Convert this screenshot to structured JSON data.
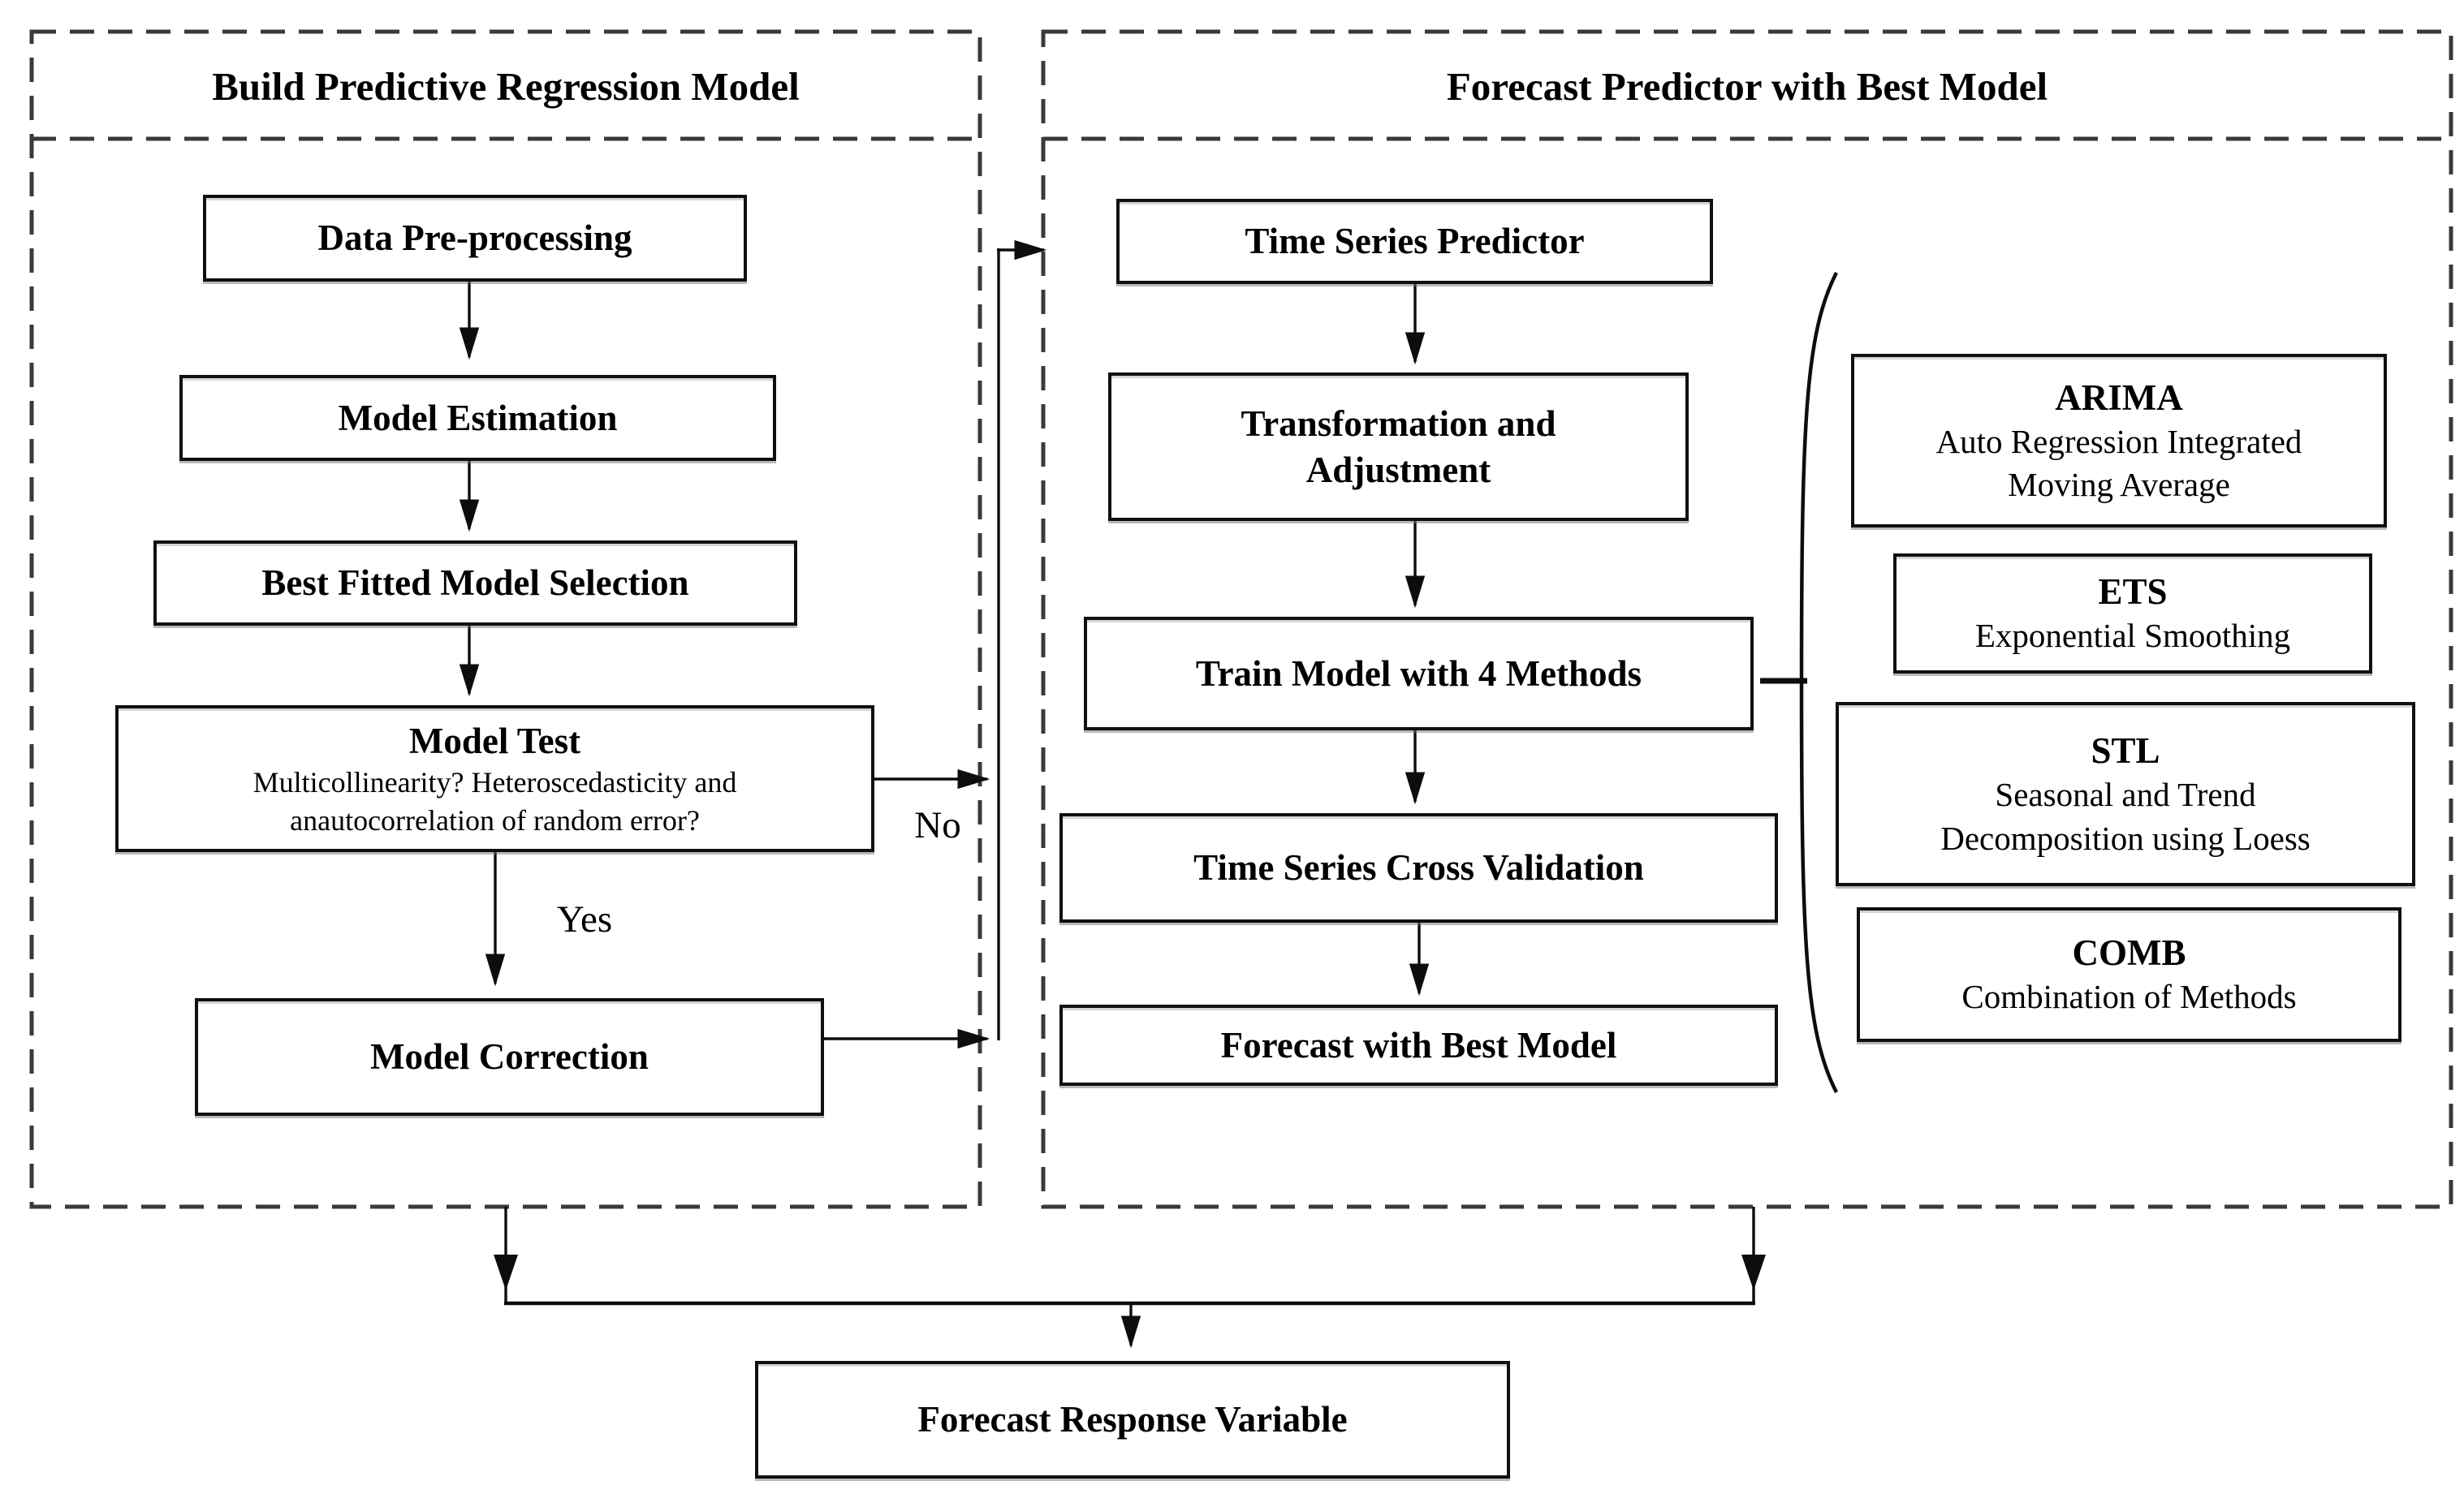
{
  "left_panel": {
    "title": "Build Predictive Regression Model",
    "boxes": {
      "data_preprocessing": {
        "label": "Data Pre-processing"
      },
      "model_estimation": {
        "label": "Model Estimation"
      },
      "best_fitted_model_selection": {
        "label": "Best Fitted Model Selection"
      },
      "model_test": {
        "label": "Model Test",
        "sublines": [
          "Multicollinearity? Heteroscedasticity and",
          "anautocorrelation of random error?"
        ]
      },
      "model_correction": {
        "label": "Model Correction"
      }
    },
    "decision_labels": {
      "no": "No",
      "yes": "Yes"
    }
  },
  "right_panel": {
    "title": "Forecast Predictor with Best Model",
    "boxes": {
      "time_series_predictor": {
        "label": "Time Series Predictor"
      },
      "transformation_adjustment": {
        "lines": [
          "Transformation and",
          "Adjustment"
        ]
      },
      "train_model": {
        "label": "Train Model with 4 Methods"
      },
      "time_series_cross_validation": {
        "label": "Time Series Cross Validation"
      },
      "forecast_with_best_model": {
        "label": "Forecast with Best Model"
      }
    },
    "methods": [
      {
        "abbr": "ARIMA",
        "lines": [
          "Auto Regression Integrated",
          "Moving Average"
        ]
      },
      {
        "abbr": "ETS",
        "lines": [
          "Exponential Smoothing"
        ]
      },
      {
        "abbr": "STL",
        "lines": [
          "Seasonal and Trend",
          "Decomposition using Loess"
        ]
      },
      {
        "abbr": "COMB",
        "lines": [
          "Combination of Methods"
        ]
      }
    ]
  },
  "output_box": {
    "label": "Forecast Response Variable"
  },
  "colors": {
    "ink": "#000000",
    "solid_line": "#0d0d0d",
    "dashed_border": "#3a3a3a",
    "background": "#ffffff"
  }
}
